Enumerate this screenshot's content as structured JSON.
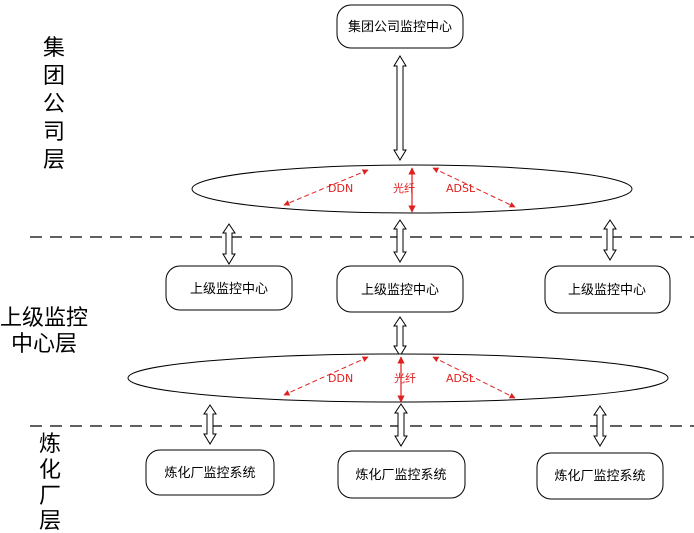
{
  "layers": [
    "集团公司层",
    "上级监控中心层",
    "炼化厂层"
  ],
  "group": {
    "center_label": "集团公司监控中心"
  },
  "upper": {
    "centers": [
      "上级监控中心",
      "上级监控中心",
      "上级监控中心"
    ]
  },
  "plants": {
    "systems": [
      "炼化厂监控系统",
      "炼化厂监控系统",
      "炼化厂监控系统"
    ]
  },
  "networks": [
    {
      "links": [
        "DDN",
        "光纤",
        "ADSL"
      ]
    },
    {
      "links": [
        "DDN",
        "光纤",
        "ADSL"
      ]
    }
  ],
  "colors": {
    "link_arrow": "#e02020",
    "line": "#000000",
    "background": "#ffffff"
  }
}
